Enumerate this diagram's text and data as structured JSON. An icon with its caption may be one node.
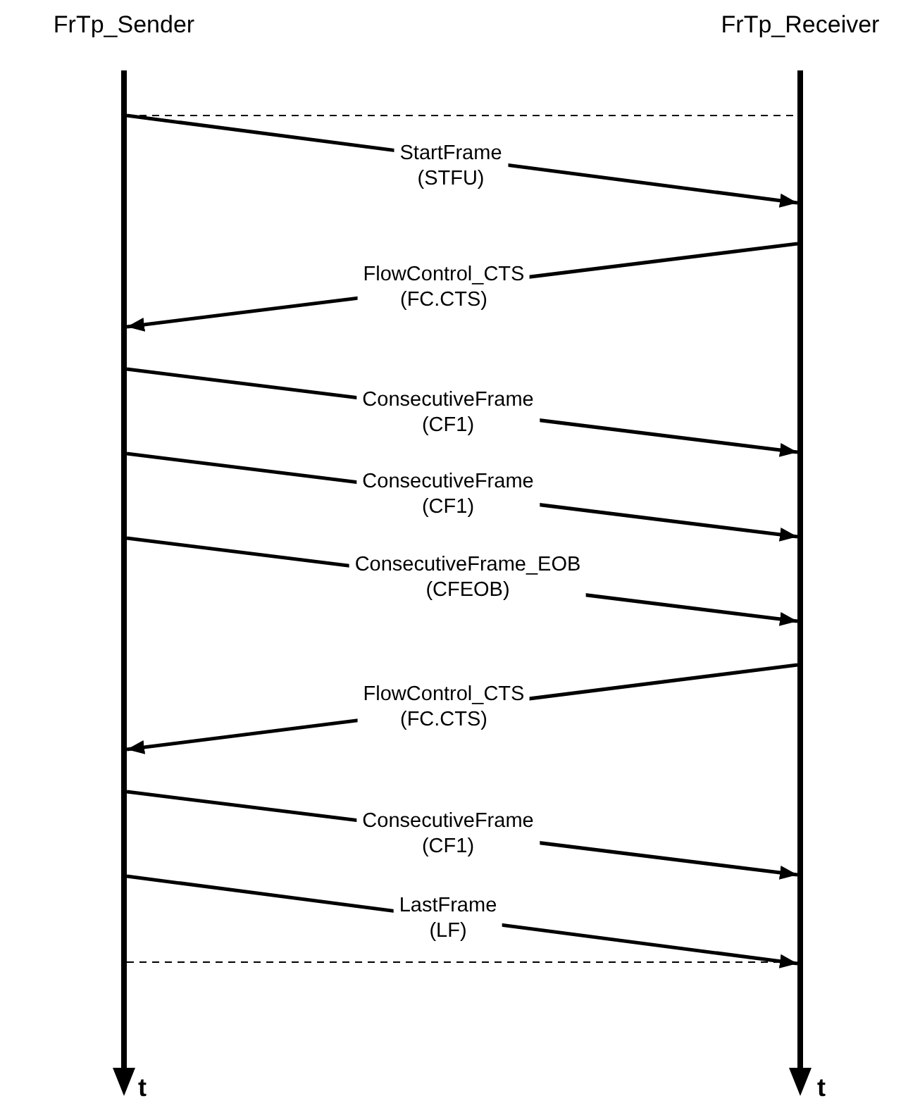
{
  "diagram": {
    "nodes": [
      {
        "text": [],
        "shape": "bar",
        "beside": [
          "FrTp_Sender"
        ]
      },
      {
        "text": [],
        "shape": "bar",
        "beside": [
          "FrTp_Receiver"
        ]
      }
    ],
    "edges": [
      {
        "from": 0,
        "to": 1,
        "arrow": "none",
        "style": "dashed"
      },
      {
        "from": 0,
        "to": 1,
        "arrow": "to",
        "label": "StartFrame (STFU)"
      },
      {
        "from": 1,
        "to": 0,
        "arrow": "to",
        "label": "FlowControl_CTS (FC.CTS)"
      },
      {
        "from": 0,
        "to": 1,
        "arrow": "to",
        "label": "ConsecutiveFrame (CF1)"
      },
      {
        "from": 0,
        "to": 1,
        "arrow": "to",
        "label": "ConsecutiveFrame (CF1)"
      },
      {
        "from": 0,
        "to": 1,
        "arrow": "to",
        "label": "ConsecutiveFrame_EOB (CFEOB)"
      },
      {
        "from": 1,
        "to": 0,
        "arrow": "to",
        "label": "FlowControl_CTS (FC.CTS)"
      },
      {
        "from": 0,
        "to": 1,
        "arrow": "to",
        "label": "ConsecutiveFrame (CF1)"
      },
      {
        "from": 0,
        "to": 1,
        "arrow": "to",
        "label": "LastFrame (LF)"
      },
      {
        "from": 0,
        "to": 1,
        "arrow": "none",
        "style": "dashed"
      }
    ],
    "labels": [
      "t",
      "t"
    ]
  }
}
